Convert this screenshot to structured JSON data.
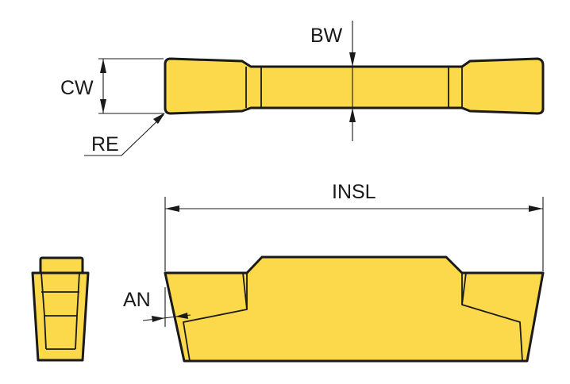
{
  "labels": {
    "bw": "BW",
    "cw": "CW",
    "re": "RE",
    "insl": "INSL",
    "an": "AN"
  },
  "colors": {
    "insert_fill": "#fcd94a",
    "outline": "#1a1a1a",
    "background": "#ffffff"
  }
}
